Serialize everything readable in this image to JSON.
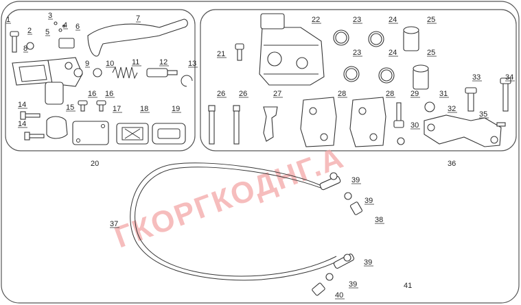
{
  "diagram": {
    "watermark": "ГКОРГКОДНГ.А",
    "group_labels": [
      "20",
      "36",
      "41"
    ],
    "callouts": [
      "1",
      "2",
      "3",
      "4",
      "5",
      "6",
      "7",
      "8",
      "9",
      "10",
      "11",
      "12",
      "13",
      "14",
      "14",
      "15",
      "16",
      "16",
      "17",
      "18",
      "19",
      "21",
      "22",
      "23",
      "23",
      "24",
      "24",
      "25",
      "25",
      "26",
      "26",
      "27",
      "28",
      "28",
      "29",
      "30",
      "31",
      "32",
      "33",
      "34",
      "35",
      "37",
      "38",
      "39",
      "39",
      "39",
      "39",
      "40"
    ]
  }
}
